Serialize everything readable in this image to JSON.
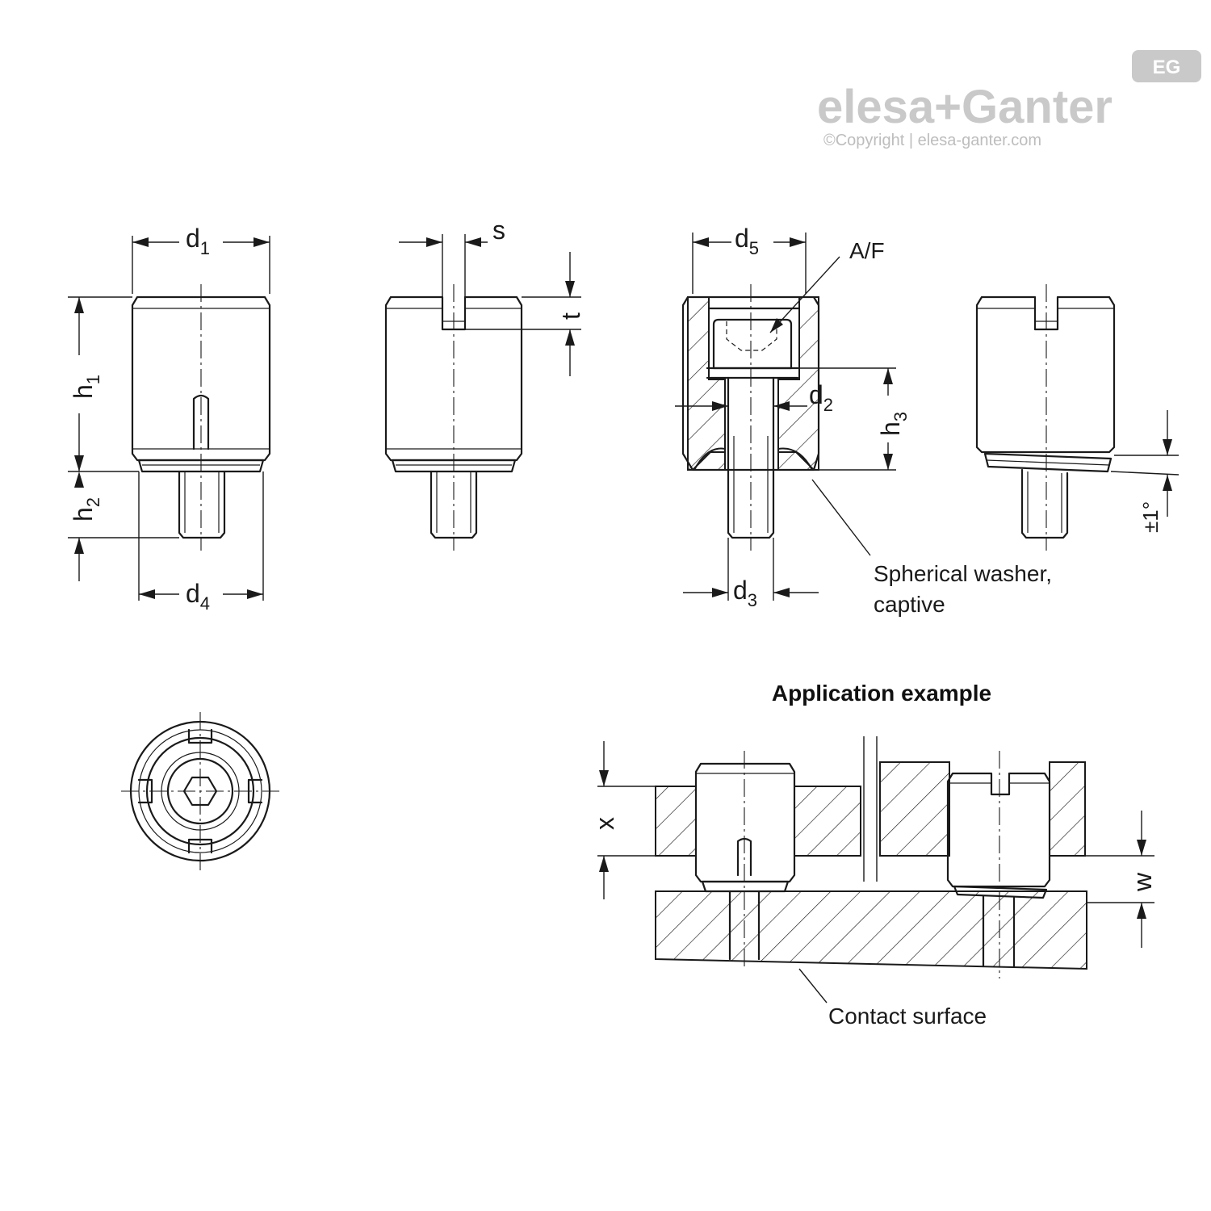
{
  "brand": {
    "logo_text": "elesa+Ganter",
    "badge": "EG",
    "copyright": "©Copyright | elesa-ganter.com",
    "logo_color": "#c9c9c9"
  },
  "labels": {
    "d1": {
      "base": "d",
      "sub": "1"
    },
    "d2": {
      "base": "d",
      "sub": "2"
    },
    "d3": {
      "base": "d",
      "sub": "3"
    },
    "d4": {
      "base": "d",
      "sub": "4"
    },
    "d5": {
      "base": "d",
      "sub": "5"
    },
    "h1": {
      "base": "h",
      "sub": "1"
    },
    "h2": {
      "base": "h",
      "sub": "2"
    },
    "h3": {
      "base": "h",
      "sub": "3"
    },
    "s": "s",
    "t": "t",
    "af": "A/F",
    "tilt": "±1°",
    "x": "x",
    "w": "w"
  },
  "notes": {
    "washer_line1": "Spherical washer,",
    "washer_line2": "captive",
    "application_title": "Application example",
    "contact_surface": "Contact surface"
  },
  "line_color": "#1a1a1a"
}
